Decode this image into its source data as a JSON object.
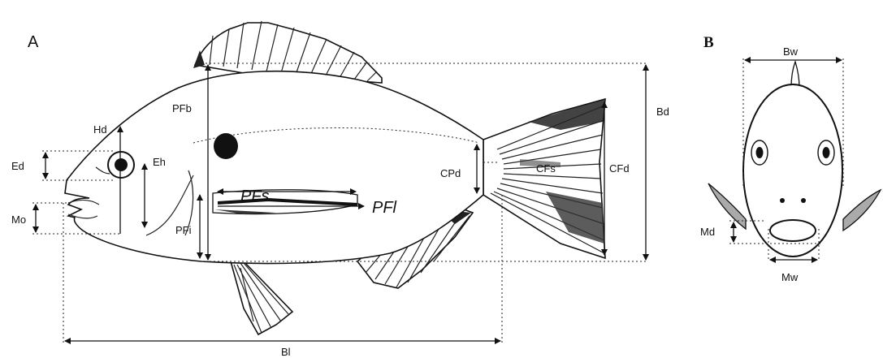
{
  "panels": {
    "a": "A",
    "b": "B"
  },
  "labels": {
    "hd": "Hd",
    "ed": "Ed",
    "eh": "Eh",
    "mo": "Mo",
    "pfb": "PFb",
    "pfi": "PFi",
    "pfs": "PFs",
    "pfl": "PFl",
    "cpd": "CPd",
    "cfs": "CFs",
    "cfd": "CFd",
    "bd": "Bd",
    "bl": "Bl",
    "bw": "Bw",
    "md": "Md",
    "mw": "Mw"
  }
}
